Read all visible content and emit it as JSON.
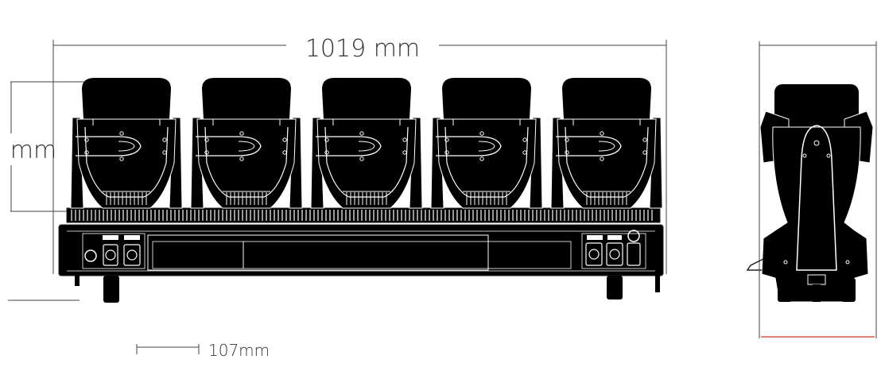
{
  "drawing": {
    "dimensions": {
      "overall_width": "1019 mm",
      "height": "mm",
      "foot_detail": "107mm"
    },
    "front_view": {
      "fixture_count": 5
    },
    "colors": {
      "line": "#1a1a1a",
      "fill": "#000000",
      "detail": "#ffffff",
      "accent": "#d9534f"
    }
  }
}
